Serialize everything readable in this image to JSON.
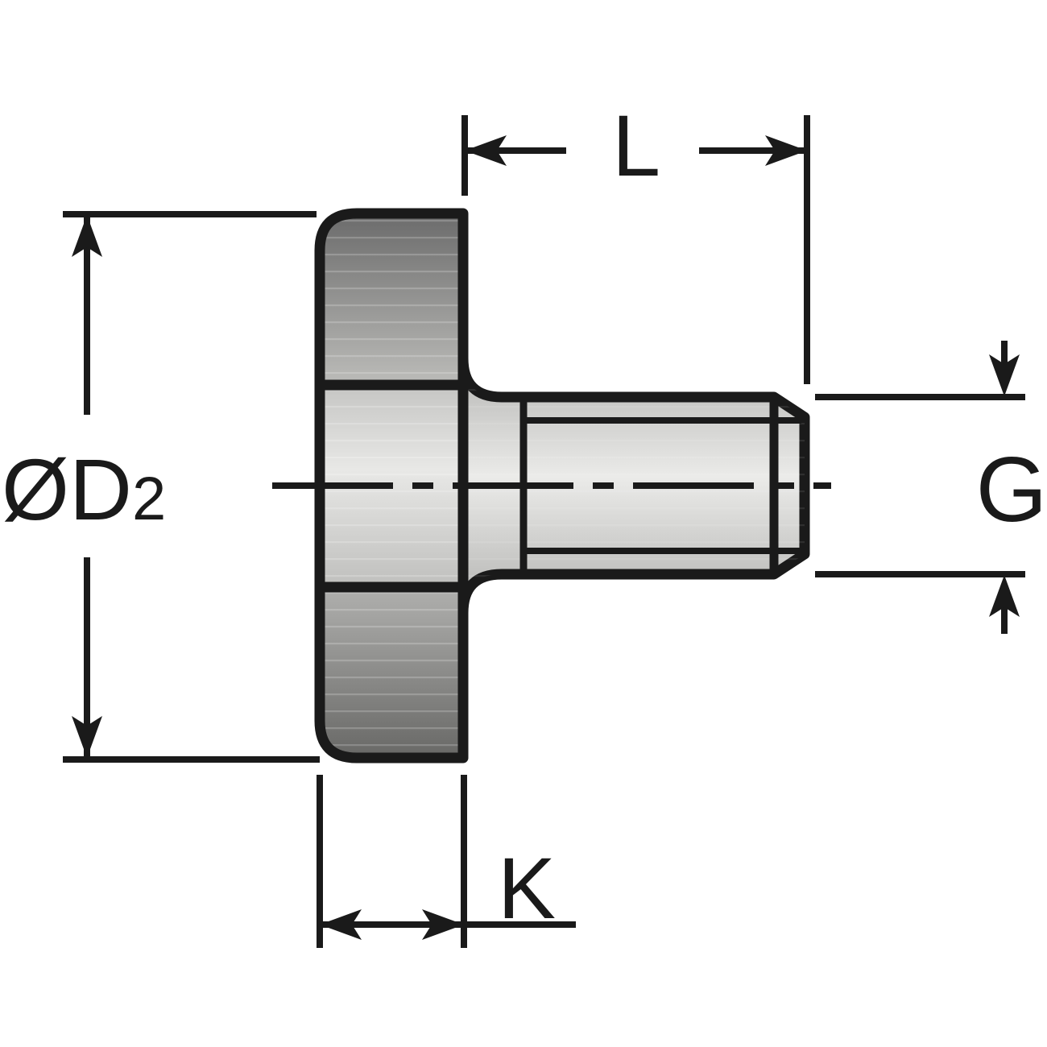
{
  "labels": {
    "shank_length": "L",
    "head_diameter_prefix": "ØD",
    "head_diameter_sub": "2",
    "thread_size": "G",
    "head_thickness": "K"
  },
  "colors": {
    "ink": "#1a1a1a",
    "background": "#ffffff",
    "metal_dark": "#686866",
    "metal_mid": "#b0b0ae",
    "metal_light": "#e8e8e6"
  }
}
